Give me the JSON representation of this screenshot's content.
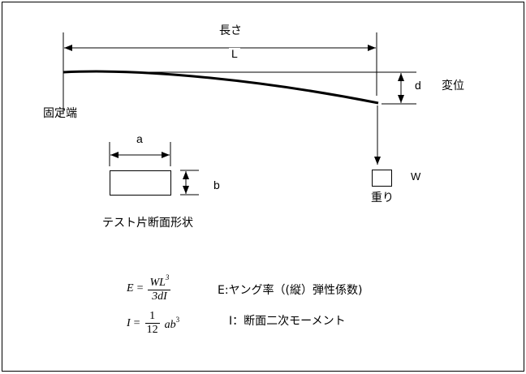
{
  "labels": {
    "length_title": "長さ",
    "length_symbol": "L",
    "fixed_end": "固定端",
    "deflection_symbol": "d",
    "deflection_label": "変位",
    "width_symbol": "a",
    "height_symbol": "b",
    "section_caption": "テスト片断面形状",
    "weight_symbol": "W",
    "weight_label": "重り"
  },
  "formulas": {
    "youngs_lhs": "E",
    "youngs_equals": "=",
    "youngs_num_main": "WL",
    "youngs_num_exp": "3",
    "youngs_den": "3dI",
    "youngs_desc": "E:ヤング率（(縦）弾性係数)",
    "inertia_lhs": "I",
    "inertia_equals": "=",
    "inertia_num": "1",
    "inertia_den": "12",
    "inertia_tail_main": "ab",
    "inertia_tail_exp": "3",
    "inertia_desc": "I：断面二次モーメント"
  },
  "colors": {
    "ink": "#000000",
    "background": "#ffffff"
  }
}
